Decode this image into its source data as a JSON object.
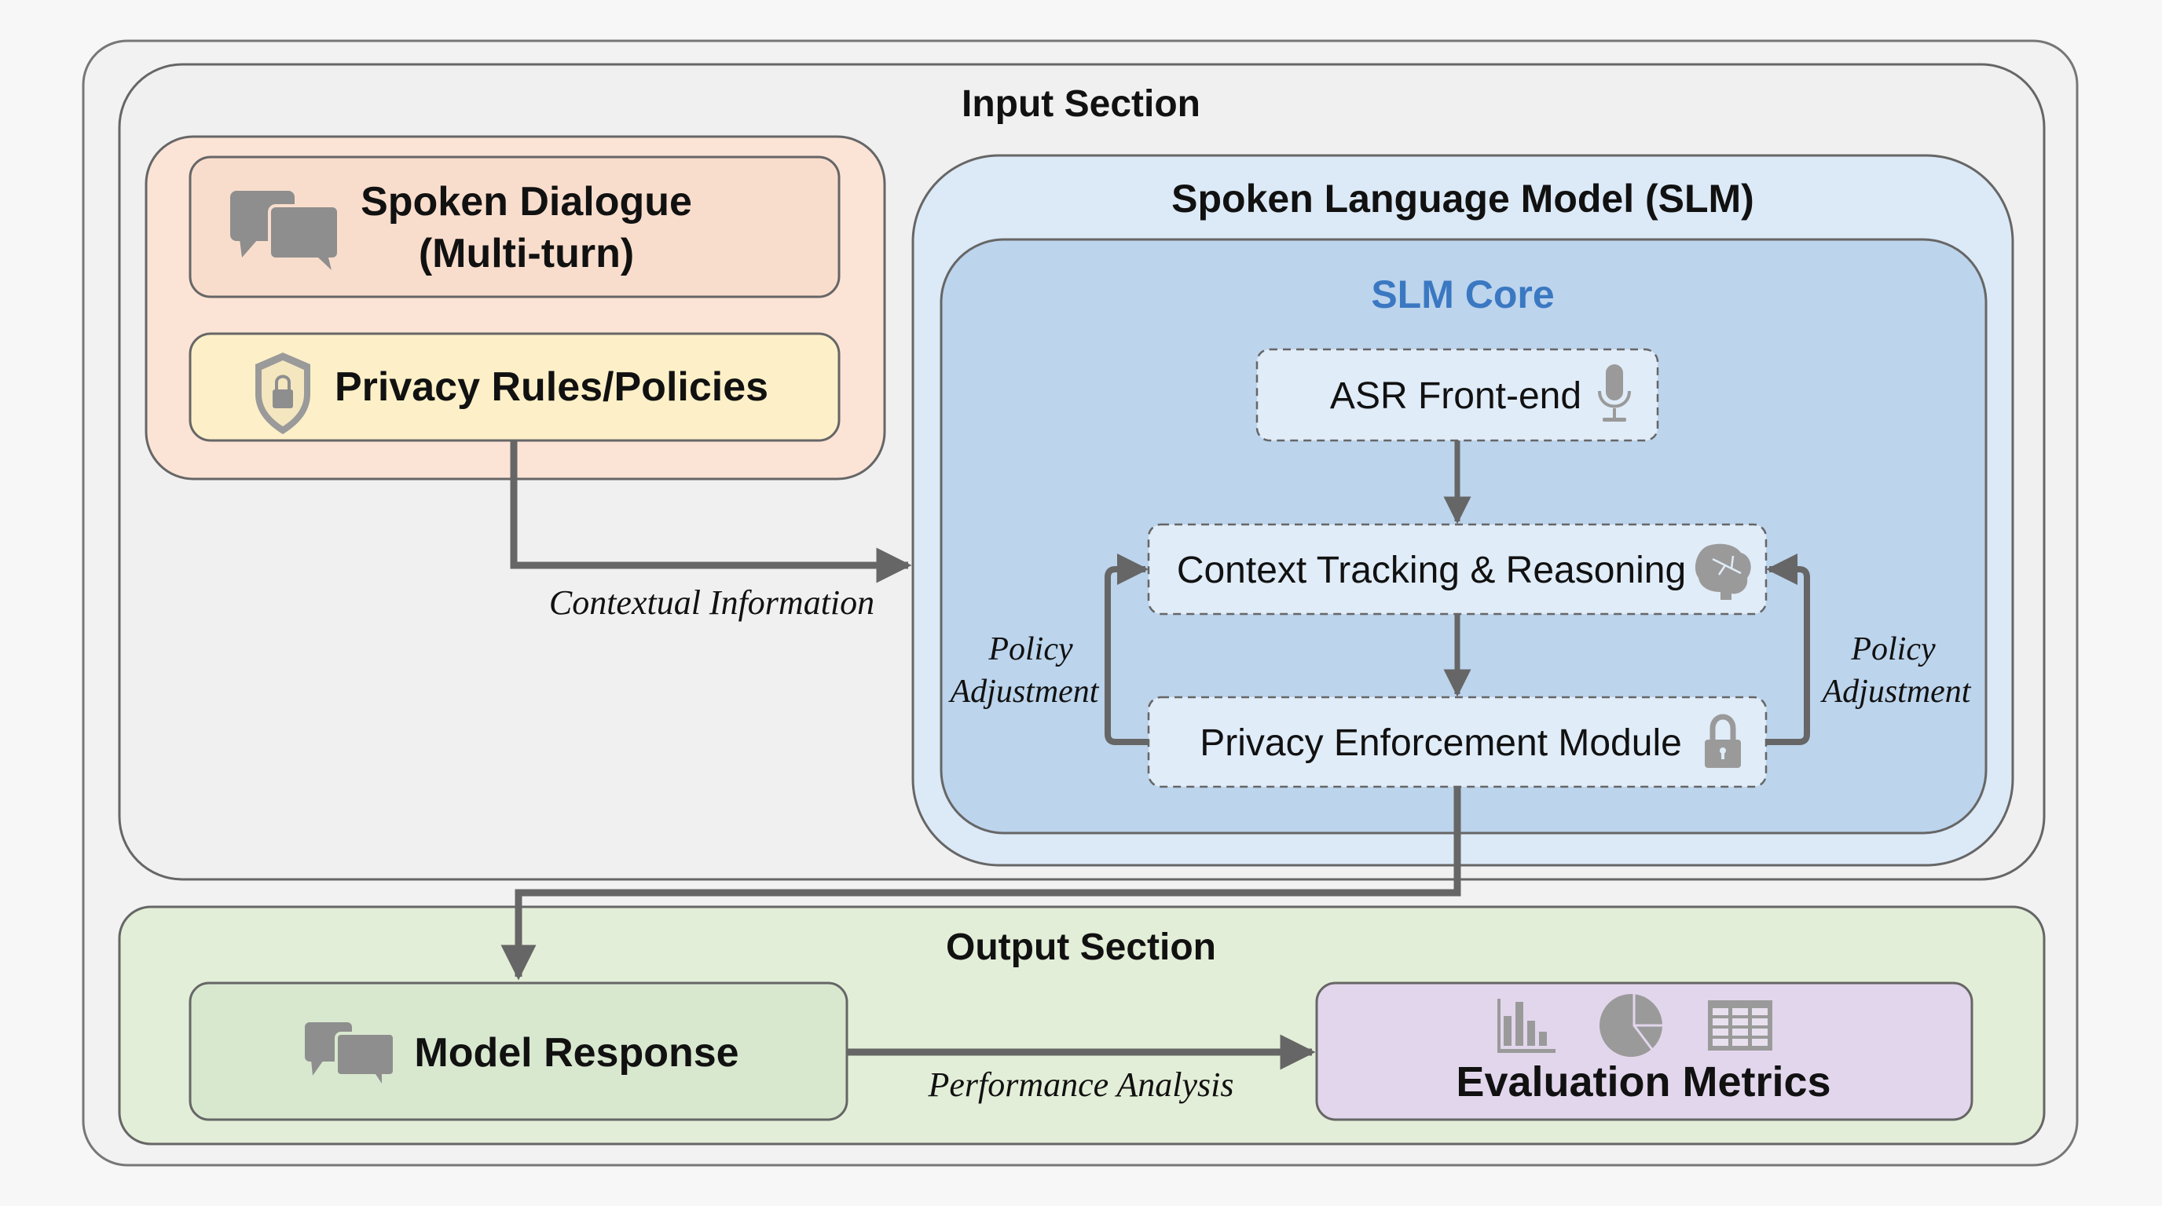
{
  "diagram": {
    "input_section": {
      "title": "Input Section",
      "spoken_dialogue": {
        "line1": "Spoken Dialogue",
        "line2": "(Multi-turn)",
        "icon": "speech-bubbles-icon"
      },
      "privacy_rules": {
        "label": "Privacy Rules/Policies",
        "icon": "shield-lock-icon"
      }
    },
    "slm": {
      "title": "Spoken Language Model (SLM)",
      "core": {
        "title": "SLM Core",
        "asr": {
          "label": "ASR Front-end",
          "icon": "microphone-icon"
        },
        "context": {
          "label": "Context Tracking & Reasoning",
          "icon": "brain-icon"
        },
        "privacy_module": {
          "label": "Privacy Enforcement Module",
          "icon": "padlock-icon"
        }
      },
      "feedback_left": {
        "line1": "Policy",
        "line2": "Adjustment"
      },
      "feedback_right": {
        "line1": "Policy",
        "line2": "Adjustment"
      }
    },
    "edges": {
      "contextual_information": "Contextual Information",
      "performance_analysis": "Performance Analysis"
    },
    "output_section": {
      "title": "Output Section",
      "model_response": {
        "label": "Model Response",
        "icon": "speech-bubbles-icon"
      },
      "evaluation_metrics": {
        "label": "Evaluation Metrics",
        "icons": [
          "bar-chart-icon",
          "pie-chart-icon",
          "table-icon"
        ]
      }
    },
    "colors": {
      "background": "#f7f7f7",
      "outer_frame": "#f2f2f2",
      "input_panel": "#f0f0f0",
      "dialogue_group": "#fbe3d6",
      "dialogue_box": "#f9ddcc",
      "privacy_rules_box": "#fdf0c8",
      "slm_outer": "#dce9f6",
      "slm_core": "#bcd4ec",
      "module_fill": "#e0ecf8",
      "slm_core_title": "#3b78c2",
      "output_panel": "#e3eed8",
      "model_response_box": "#d8e8cf",
      "evaluation_box": "#e2d6ec",
      "arrow": "#666666",
      "border": "#666666",
      "icon": "#8e8e8e"
    }
  }
}
